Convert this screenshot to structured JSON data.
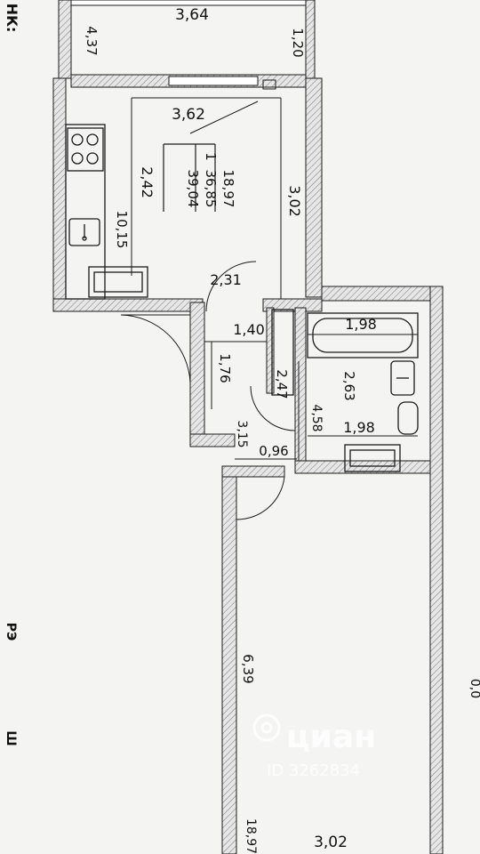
{
  "plan": {
    "balcony": {
      "width": "3,64",
      "depth": "1,20",
      "area": "4,37"
    },
    "kitchen": {
      "width": "3,62",
      "depth": "2,42",
      "area": "10,15",
      "side": "3,02"
    },
    "summary": {
      "room_count": "1",
      "living_area": "18,97",
      "total_area": "36,85",
      "total_area_with_balcony": "39,04"
    },
    "hall": {
      "corner": "2,31",
      "width": "1,40",
      "depth": "1,76",
      "area": "3,15",
      "side": "0,96"
    },
    "closet": {
      "depth": "2,47"
    },
    "bathroom": {
      "width_top": "1,98",
      "depth": "2,63",
      "area": "4,58",
      "width_bottom": "1,98"
    },
    "room": {
      "depth": "6,39",
      "area": "18,97",
      "width": "3,02"
    },
    "side_margin_left": "НК:",
    "side_margin_left_bottom": "Ш",
    "side_margin_left_mid": "РЭ",
    "side_margin_right": "0,0",
    "watermark": {
      "brand": "циан",
      "id": "ID 3262834"
    }
  },
  "colors": {
    "wall_hatch": "#d8d8d8",
    "wall_line": "#1a1a1a",
    "paper": "#f4f4f2",
    "watermark": "#ffffff"
  }
}
